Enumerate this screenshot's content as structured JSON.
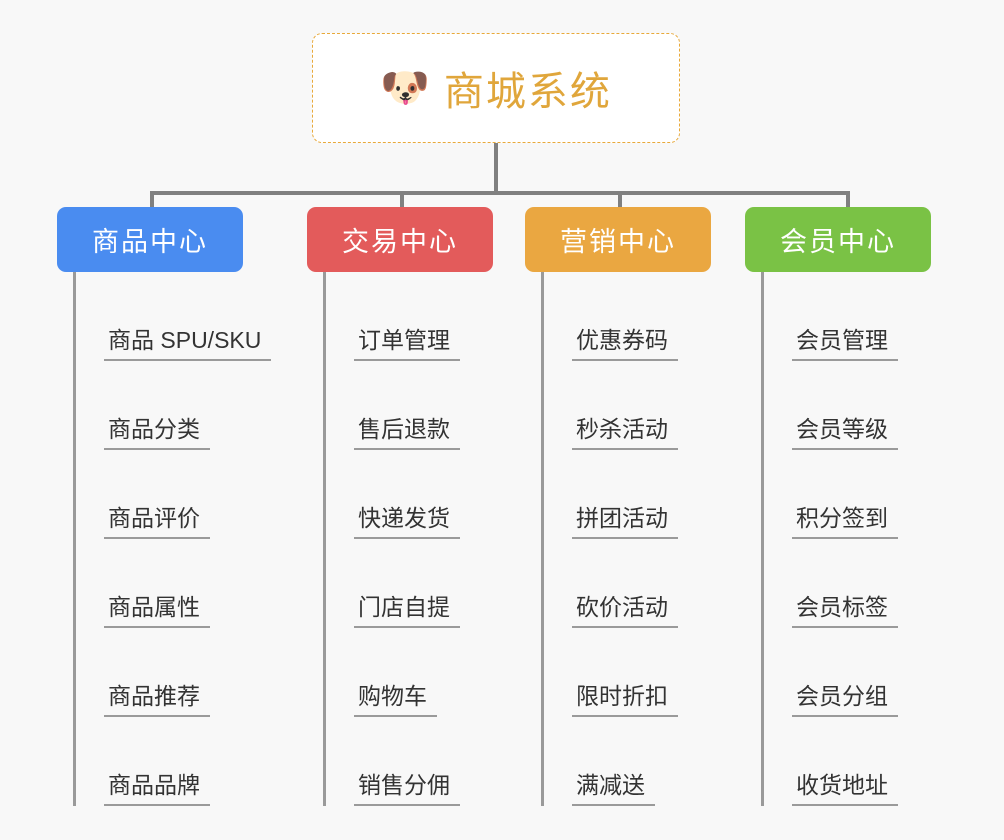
{
  "canvas": {
    "background": "#f8f8f8",
    "connector_color": "#808080"
  },
  "root": {
    "icon": "shiba-dog-face-icon",
    "emoji": "🐶",
    "title": "商城系统",
    "title_color": "#e0a63b",
    "border_color": "#e8a93a",
    "background": "#ffffff"
  },
  "branches": [
    {
      "label": "商品中心",
      "color": "#4a8cf0",
      "items": [
        "商品 SPU/SKU",
        "商品分类",
        "商品评价",
        "商品属性",
        "商品推荐",
        "商品品牌"
      ]
    },
    {
      "label": "交易中心",
      "color": "#e35b5b",
      "items": [
        "订单管理",
        "售后退款",
        "快递发货",
        "门店自提",
        "购物车",
        "销售分佣"
      ]
    },
    {
      "label": "营销中心",
      "color": "#eaa741",
      "items": [
        "优惠券码",
        "秒杀活动",
        "拼团活动",
        "砍价活动",
        "限时折扣",
        "满减送"
      ]
    },
    {
      "label": "会员中心",
      "color": "#7ac245",
      "items": [
        "会员管理",
        "会员等级",
        "积分签到",
        "会员标签",
        "会员分组",
        "收货地址"
      ]
    }
  ]
}
